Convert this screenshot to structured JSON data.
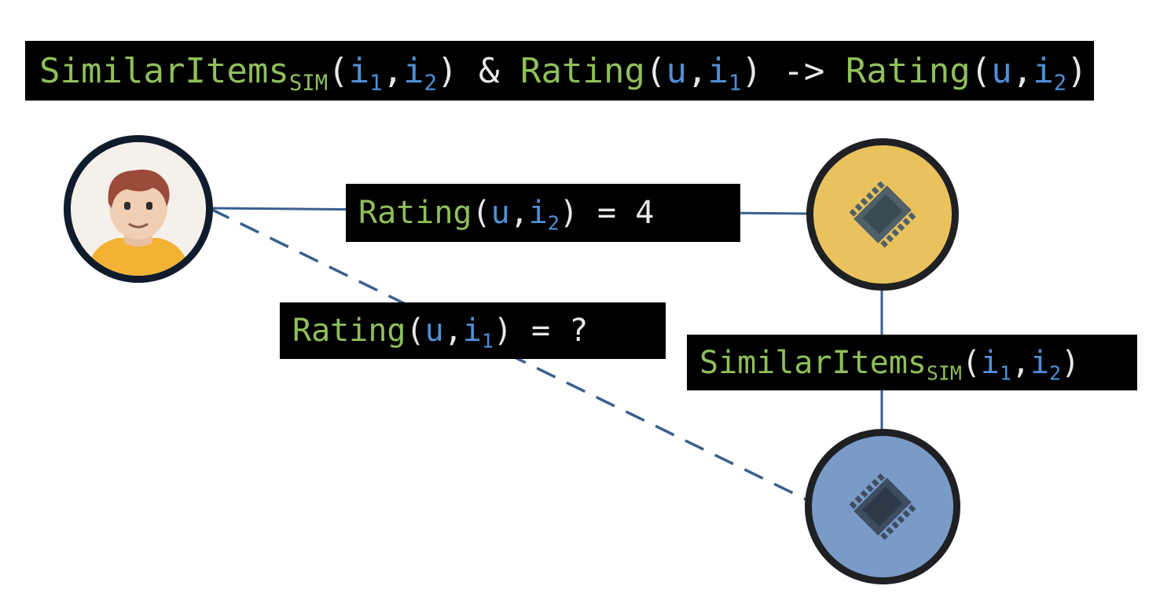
{
  "rule": {
    "body_predicate": "SimilarItems",
    "body_predicate_sub": "SIM",
    "var_i": "i",
    "var_u": "u",
    "sub_1": "1",
    "sub_2": "2",
    "and": "&",
    "rating_predicate": "Rating",
    "implies": "->"
  },
  "observed_edge": {
    "predicate": "Rating",
    "var_u": "u",
    "var_i": "i",
    "sub": "2",
    "equals": "=",
    "value": "4"
  },
  "unknown_edge": {
    "predicate": "Rating",
    "var_u": "u",
    "var_i": "i",
    "sub": "1",
    "equals": "=",
    "value": "?"
  },
  "similarity_edge": {
    "predicate": "SimilarItems",
    "predicate_sub": "SIM",
    "var_i": "i",
    "sub_1": "1",
    "sub_2": "2"
  },
  "nodes": {
    "user": {
      "icon": "user-avatar-icon"
    },
    "item2": {
      "icon": "film-icon",
      "color": "#e9c25e"
    },
    "item1": {
      "icon": "film-icon",
      "color": "#7a9bc7"
    }
  },
  "colors": {
    "predicate": "#8fbf5a",
    "variable": "#4f8fd6",
    "edge": "#3a5f8f",
    "label_bg": "#000000"
  }
}
